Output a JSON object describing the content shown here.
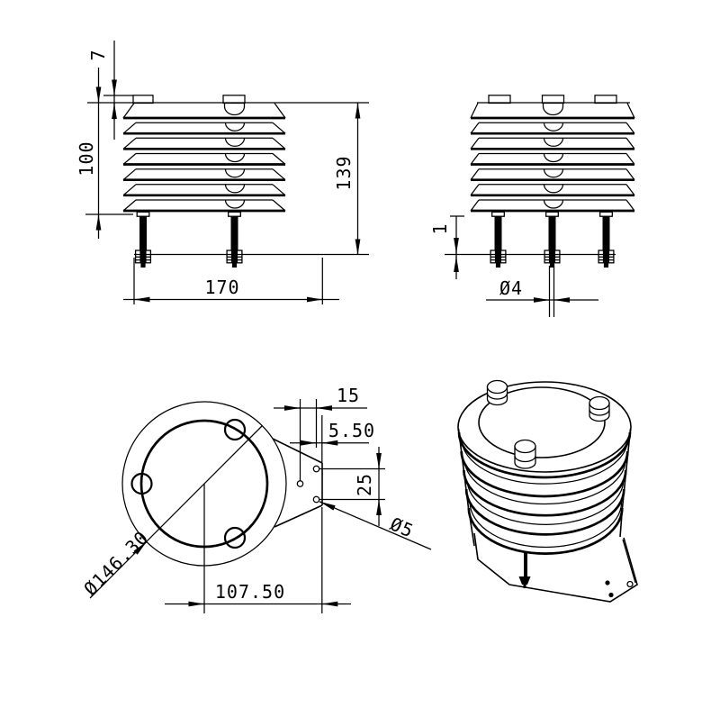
{
  "drawing": {
    "background": "#ffffff",
    "line_color": "#000000",
    "views": {
      "front": {
        "tab_height": "7",
        "louver_stack_height": "100",
        "overall_height": "139",
        "base_width": "170"
      },
      "side": {
        "plate_thickness": "1",
        "bolt_hole_diameter": "Ø4"
      },
      "top": {
        "outer_diameter": "Ø146.30",
        "hole_line_offset": "15",
        "edge_offset": "5.50",
        "hole_spacing": "25",
        "small_hole_diameter": "Ø5",
        "center_to_edge": "107.50"
      }
    }
  }
}
